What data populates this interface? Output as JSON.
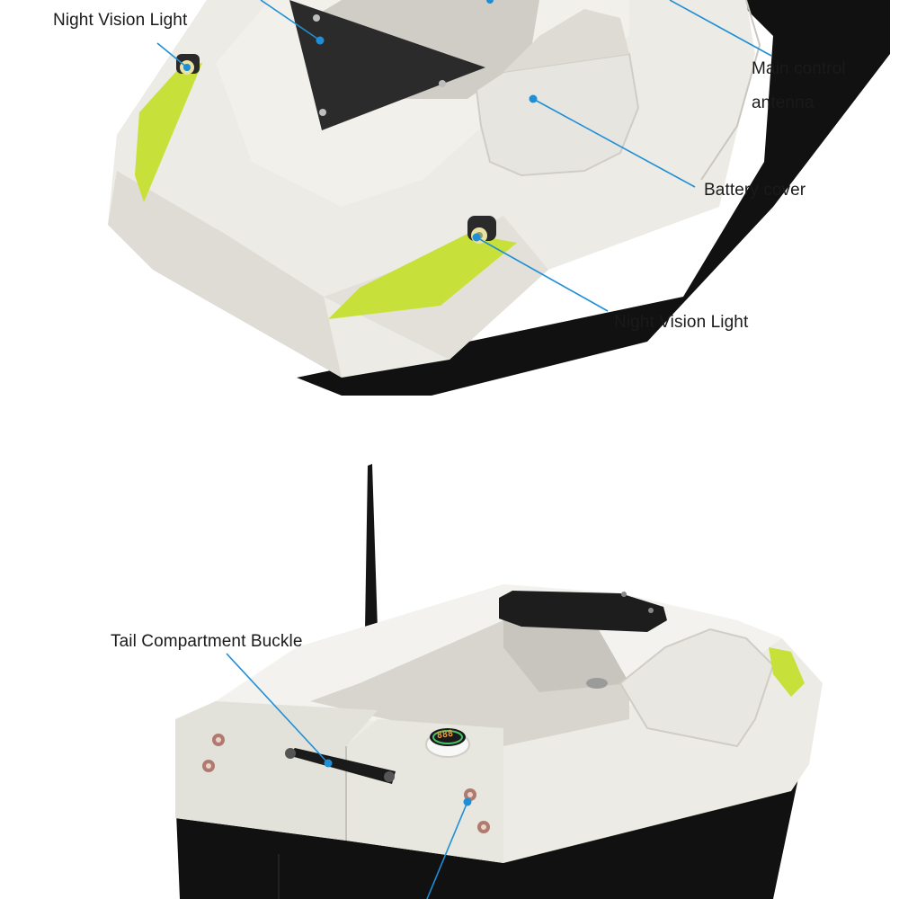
{
  "callouts": {
    "night_vision_top": "Night Vision Light",
    "antenna_line1": "Main control",
    "antenna_line2": "antenna",
    "battery_cover": "Battery cover",
    "night_vision_bottom": "Night Vision Light",
    "tail_buckle": "Tail Compartment Buckle"
  },
  "display_readout": "888",
  "colors": {
    "hull_white": "#ecebe5",
    "hull_shade": "#d9d8d1",
    "hull_dark": "#111111",
    "lens_green": "#c8e03a",
    "leader_line": "#1e8fd6",
    "text": "#1a1a1a"
  }
}
